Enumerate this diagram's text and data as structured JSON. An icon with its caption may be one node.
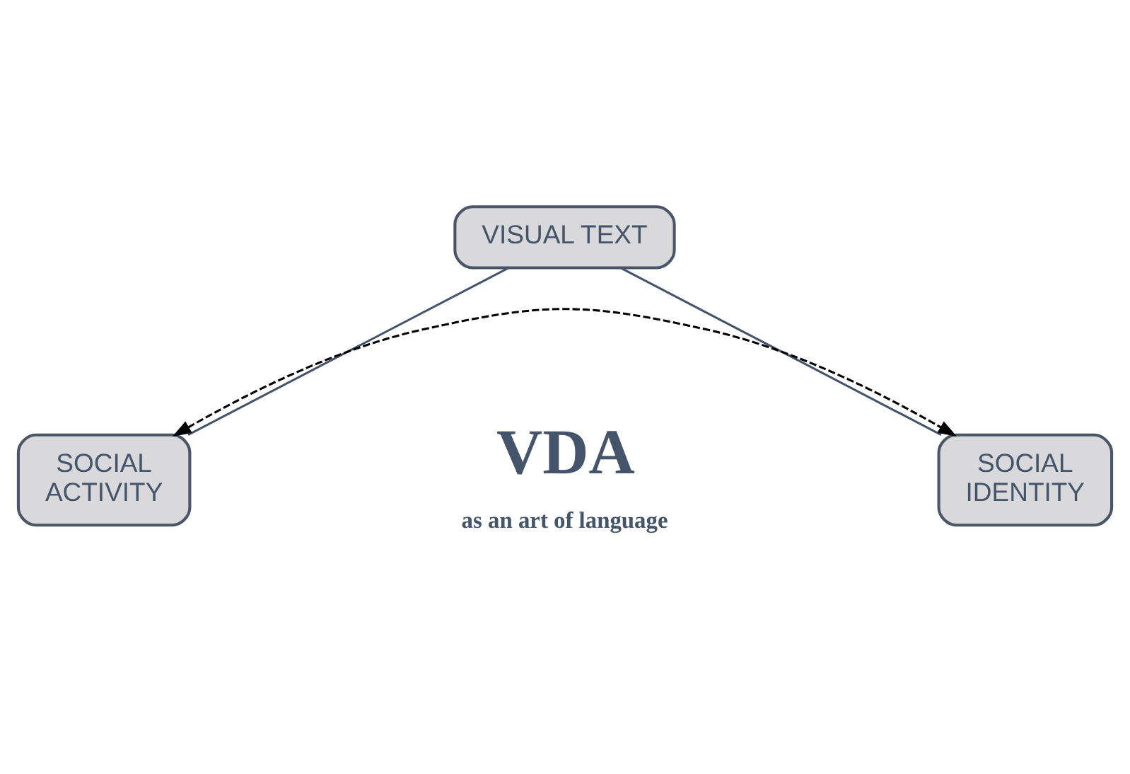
{
  "diagram": {
    "nodes": [
      {
        "text": [
          "VISUAL TEXT"
        ]
      },
      {
        "text": [
          "SOCIAL ACTIVITY"
        ]
      },
      {
        "text": [
          "SOCIAL IDENTITY"
        ]
      }
    ],
    "edges": [
      {
        "from": 0,
        "to": 1,
        "arrow": "none"
      },
      {
        "from": 0,
        "to": 2,
        "arrow": "none"
      },
      {
        "from": 1,
        "to": 2,
        "arrow": "both",
        "style": "dashed",
        "color": "#000000"
      }
    ],
    "labels": [
      "VDA",
      "as an art of language"
    ]
  }
}
